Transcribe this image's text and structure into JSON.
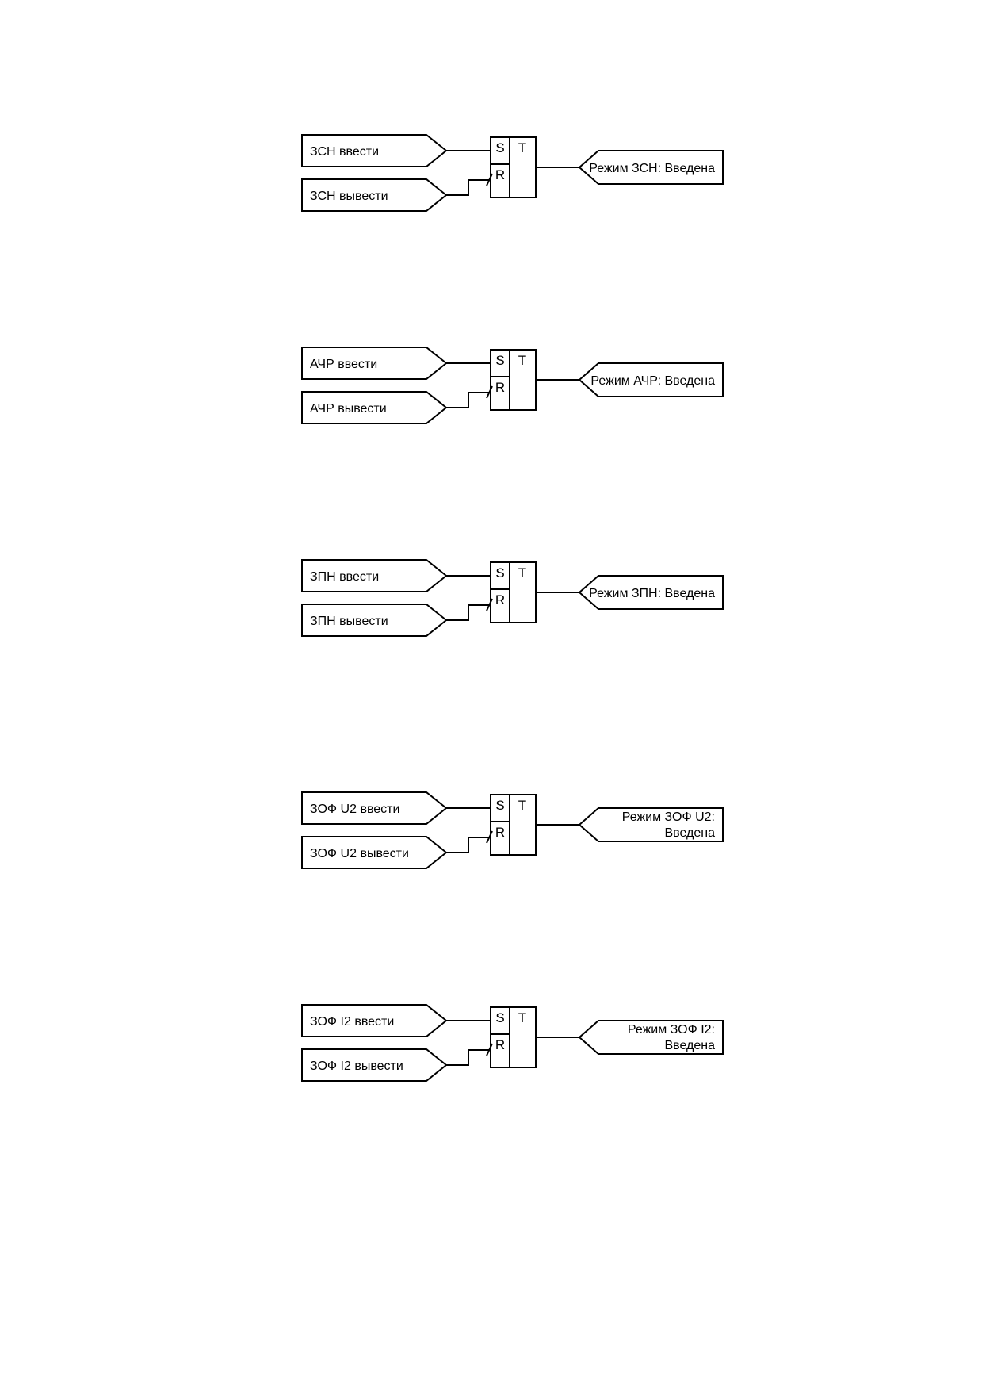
{
  "diagram": {
    "colors": {
      "stroke": "#000000",
      "background": "#ffffff"
    },
    "pin_labels": {
      "set": "S",
      "reset": "R",
      "trigger": "T"
    },
    "blocks": [
      {
        "set_input": "ЗСН ввести",
        "reset_input": "ЗСН вывести",
        "output": [
          "Режим ЗСН: Введена"
        ]
      },
      {
        "set_input": "АЧР ввести",
        "reset_input": "АЧР вывести",
        "output": [
          "Режим АЧР: Введена"
        ]
      },
      {
        "set_input": "ЗПН ввести",
        "reset_input": "ЗПН вывести",
        "output": [
          "Режим ЗПН: Введена"
        ]
      },
      {
        "set_input": "ЗОФ U2 ввести",
        "reset_input": "ЗОФ U2 вывести",
        "output": [
          "Режим ЗОФ U2:",
          "Введена"
        ]
      },
      {
        "set_input": "ЗОФ I2 ввести",
        "reset_input": "ЗОФ I2 вывести",
        "output": [
          "Режим ЗОФ I2:",
          "Введена"
        ]
      }
    ]
  }
}
